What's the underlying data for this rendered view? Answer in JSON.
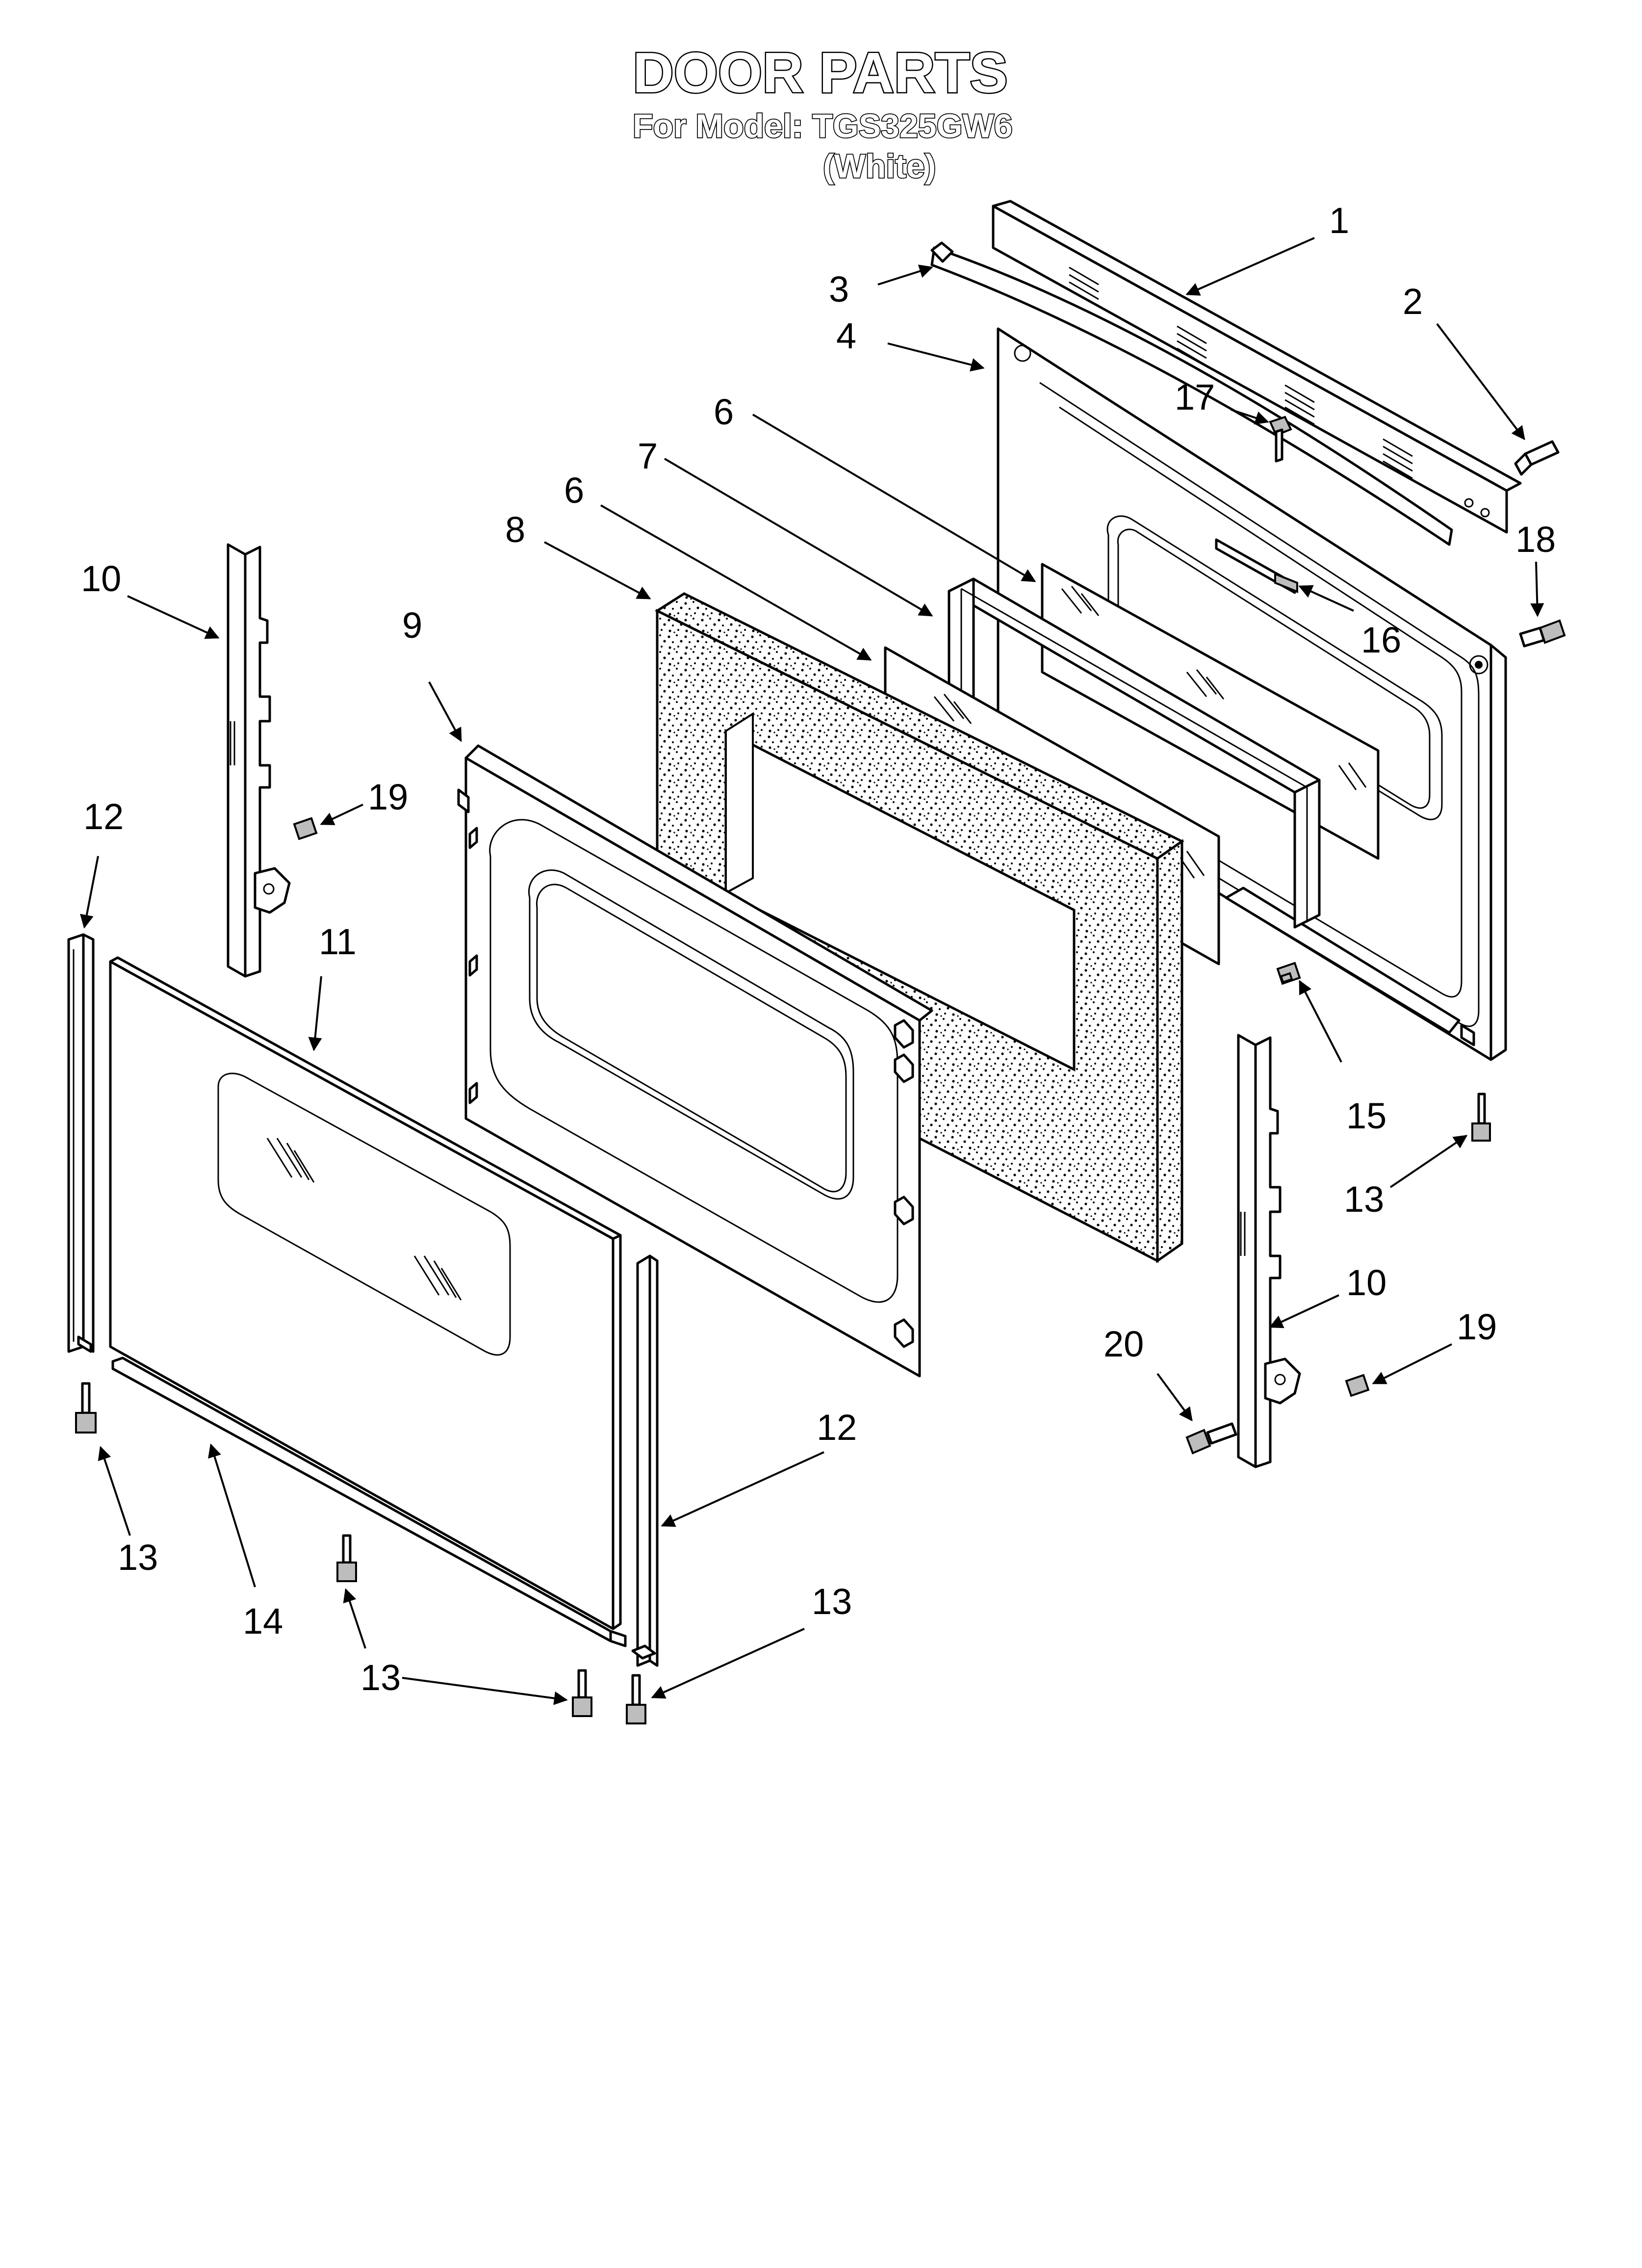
{
  "header": {
    "title": "DOOR PARTS",
    "model_line": "For Model: TGS325GW6",
    "color_line": "(White)"
  },
  "callouts": [
    {
      "id": "c1",
      "label": "1"
    },
    {
      "id": "c2",
      "label": "2"
    },
    {
      "id": "c3",
      "label": "3"
    },
    {
      "id": "c4",
      "label": "4"
    },
    {
      "id": "c6a",
      "label": "6"
    },
    {
      "id": "c7",
      "label": "7"
    },
    {
      "id": "c6b",
      "label": "6"
    },
    {
      "id": "c8",
      "label": "8"
    },
    {
      "id": "c17",
      "label": "17"
    },
    {
      "id": "c18",
      "label": "18"
    },
    {
      "id": "c16",
      "label": "16"
    },
    {
      "id": "c10a",
      "label": "10"
    },
    {
      "id": "c9",
      "label": "9"
    },
    {
      "id": "c19a",
      "label": "19"
    },
    {
      "id": "c12a",
      "label": "12"
    },
    {
      "id": "c11",
      "label": "11"
    },
    {
      "id": "c15",
      "label": "15"
    },
    {
      "id": "c13a",
      "label": "13"
    },
    {
      "id": "c10b",
      "label": "10"
    },
    {
      "id": "c19b",
      "label": "19"
    },
    {
      "id": "c20",
      "label": "20"
    },
    {
      "id": "c12b",
      "label": "12"
    },
    {
      "id": "c13b",
      "label": "13"
    },
    {
      "id": "c14",
      "label": "14"
    },
    {
      "id": "c13c",
      "label": "13"
    },
    {
      "id": "c13d",
      "label": "13"
    }
  ]
}
